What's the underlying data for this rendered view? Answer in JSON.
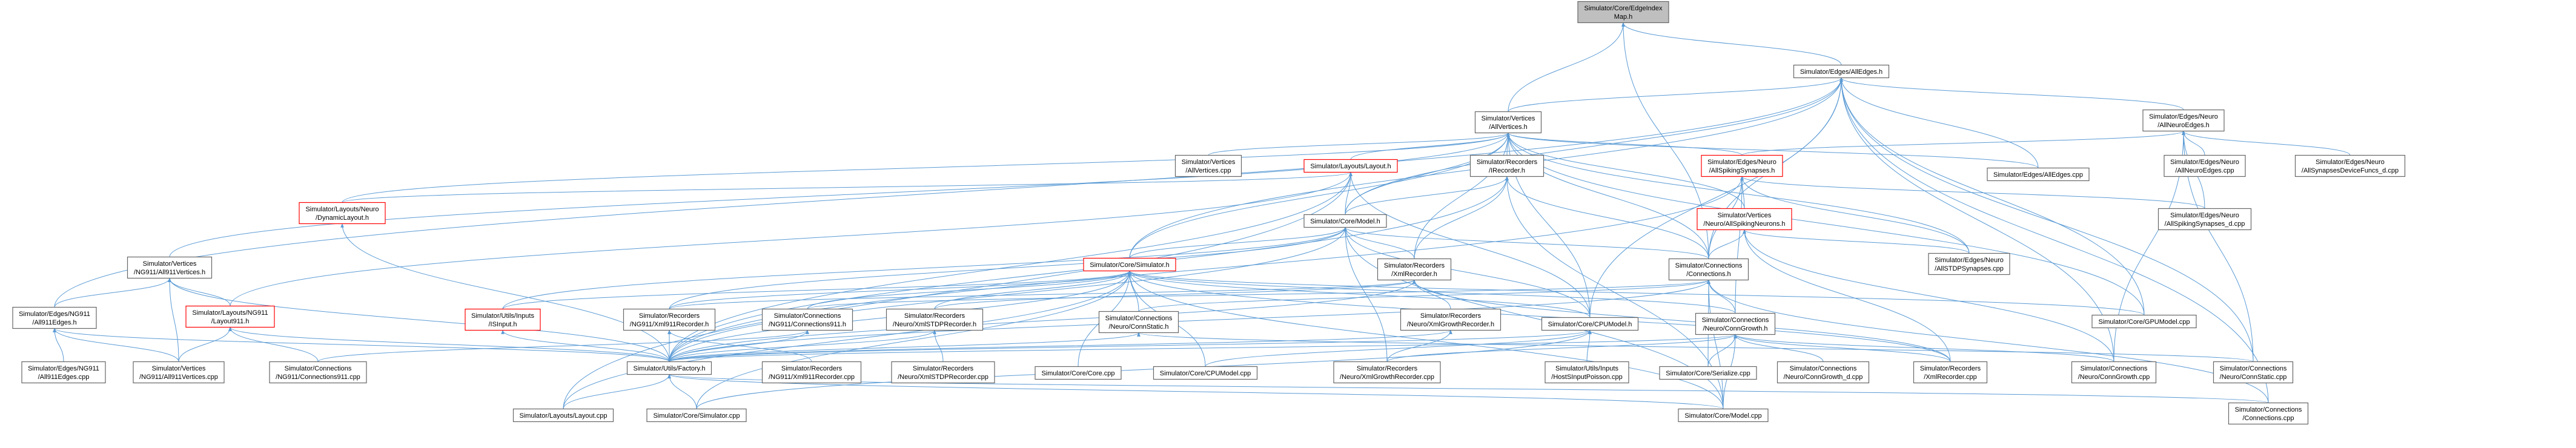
{
  "graph": {
    "colors": {
      "edge": "#5b9bd5",
      "node_fill": "#ffffff",
      "node_border": "#666666",
      "root_fill": "#bfbfbf",
      "red_border": "#ff0000"
    },
    "nodes": [
      {
        "id": "root",
        "lines": [
          "Simulator/Core/EdgeIndex",
          "Map.h"
        ],
        "style": "root"
      },
      {
        "id": "alledges",
        "lines": [
          "Simulator/Edges/AllEdges.h"
        ],
        "style": "normal"
      },
      {
        "id": "allvertices",
        "lines": [
          "Simulator/Vertices",
          "/AllVertices.h"
        ],
        "style": "normal"
      },
      {
        "id": "allneuroedges",
        "lines": [
          "Simulator/Edges/Neuro",
          "/AllNeuroEdges.h"
        ],
        "style": "normal"
      },
      {
        "id": "allverticescpp",
        "lines": [
          "Simulator/Vertices",
          "/AllVertices.cpp"
        ],
        "style": "normal"
      },
      {
        "id": "layout",
        "lines": [
          "Simulator/Layouts/Layout.h"
        ],
        "style": "red"
      },
      {
        "id": "irecorder",
        "lines": [
          "Simulator/Recorders",
          "/IRecorder.h"
        ],
        "style": "normal"
      },
      {
        "id": "allspiking",
        "lines": [
          "Simulator/Edges/Neuro",
          "/AllSpikingSynapses.h"
        ],
        "style": "red"
      },
      {
        "id": "alledgescpp",
        "lines": [
          "Simulator/Edges/AllEdges.cpp"
        ],
        "style": "normal"
      },
      {
        "id": "allneuroedgescpp",
        "lines": [
          "Simulator/Edges/Neuro",
          "/AllNeuroEdges.cpp"
        ],
        "style": "normal"
      },
      {
        "id": "allverticesdevice",
        "lines": [
          "Simulator/Edges/Neuro",
          "/AllSynapsesDeviceFuncs_d.cpp"
        ],
        "style": "normal"
      },
      {
        "id": "dynamiclayout",
        "lines": [
          "Simulator/Layouts/Neuro",
          "/DynamicLayout.h"
        ],
        "style": "red"
      },
      {
        "id": "model",
        "lines": [
          "Simulator/Core/Model.h"
        ],
        "style": "normal"
      },
      {
        "id": "allspikingneurons",
        "lines": [
          "Simulator/Vertices",
          "/Neuro/AllSpikingNeurons.h"
        ],
        "style": "red"
      },
      {
        "id": "allspikingsynd",
        "lines": [
          "Simulator/Edges/Neuro",
          "/AllSpikingSynapses_d.cpp"
        ],
        "style": "normal"
      },
      {
        "id": "all911vertices",
        "lines": [
          "Simulator/Vertices",
          "/NG911/All911Vertices.h"
        ],
        "style": "normal"
      },
      {
        "id": "simulator",
        "lines": [
          "Simulator/Core/Simulator.h"
        ],
        "style": "red"
      },
      {
        "id": "xmlrecorder",
        "lines": [
          "Simulator/Recorders",
          "/XmlRecorder.h"
        ],
        "style": "normal"
      },
      {
        "id": "connections",
        "lines": [
          "Simulator/Connections",
          "/Connections.h"
        ],
        "style": "normal"
      },
      {
        "id": "allstdp",
        "lines": [
          "Simulator/Edges/Neuro",
          "/AllSTDPSynapses.cpp"
        ],
        "style": "normal"
      },
      {
        "id": "all911edges",
        "lines": [
          "Simulator/Edges/NG911",
          "/All911Edges.h"
        ],
        "style": "normal"
      },
      {
        "id": "layout911",
        "lines": [
          "Simulator/Layouts/NG911",
          "/Layout911.h"
        ],
        "style": "red"
      },
      {
        "id": "isinput",
        "lines": [
          "Simulator/Utils/Inputs",
          "/ISInput.h"
        ],
        "style": "red"
      },
      {
        "id": "xml911recorder",
        "lines": [
          "Simulator/Recorders",
          "/NG911/Xml911Recorder.h"
        ],
        "style": "normal"
      },
      {
        "id": "connections911",
        "lines": [
          "Simulator/Connections",
          "/NG911/Connections911.h"
        ],
        "style": "normal"
      },
      {
        "id": "xmlstdprecorder",
        "lines": [
          "Simulator/Recorders",
          "/Neuro/XmlSTDPRecorder.h"
        ],
        "style": "normal"
      },
      {
        "id": "connstatic",
        "lines": [
          "Simulator/Connections",
          "/Neuro/ConnStatic.h"
        ],
        "style": "normal"
      },
      {
        "id": "xmlgrowthrecorder",
        "lines": [
          "Simulator/Recorders",
          "/Neuro/XmlGrowthRecorder.h"
        ],
        "style": "normal"
      },
      {
        "id": "cpumodel",
        "lines": [
          "Simulator/Core/CPUModel.h"
        ],
        "style": "normal"
      },
      {
        "id": "conngrowth",
        "lines": [
          "Simulator/Connections",
          "/Neuro/ConnGrowth.h"
        ],
        "style": "normal"
      },
      {
        "id": "gpumodelcpp",
        "lines": [
          "Simulator/Core/GPUModel.cpp"
        ],
        "style": "normal"
      },
      {
        "id": "all911edgescpp",
        "lines": [
          "Simulator/Edges/NG911",
          "/All911Edges.cpp"
        ],
        "style": "normal"
      },
      {
        "id": "all911verticescpp",
        "lines": [
          "Simulator/Vertices",
          "/NG911/All911Vertices.cpp"
        ],
        "style": "normal"
      },
      {
        "id": "connections911cpp",
        "lines": [
          "Simulator/Connections",
          "/NG911/Connections911.cpp"
        ],
        "style": "normal"
      },
      {
        "id": "factory",
        "lines": [
          "Simulator/Utils/Factory.h"
        ],
        "style": "normal"
      },
      {
        "id": "xml911recordercpp",
        "lines": [
          "Simulator/Recorders",
          "/NG911/Xml911Recorder.cpp"
        ],
        "style": "normal"
      },
      {
        "id": "xmlstdprecordercpp",
        "lines": [
          "Simulator/Recorders",
          "/Neuro/XmlSTDPRecorder.cpp"
        ],
        "style": "normal"
      },
      {
        "id": "corecpp",
        "lines": [
          "Simulator/Core/Core.cpp"
        ],
        "style": "normal"
      },
      {
        "id": "cpumodelcpp",
        "lines": [
          "Simulator/Core/CPUModel.cpp"
        ],
        "style": "normal"
      },
      {
        "id": "xmlgrowthrecordercpp",
        "lines": [
          "Simulator/Recorders",
          "/Neuro/XmlGrowthRecorder.cpp"
        ],
        "style": "normal"
      },
      {
        "id": "hostsinput",
        "lines": [
          "Simulator/Utils/Inputs",
          "/HostSInputPoisson.cpp"
        ],
        "style": "normal"
      },
      {
        "id": "serialize",
        "lines": [
          "Simulator/Core/Serialize.cpp"
        ],
        "style": "normal"
      },
      {
        "id": "conngrowthd",
        "lines": [
          "Simulator/Connections",
          "/Neuro/ConnGrowth_d.cpp"
        ],
        "style": "normal"
      },
      {
        "id": "xmlrecordercpp",
        "lines": [
          "Simulator/Recorders",
          "/XmlRecorder.cpp"
        ],
        "style": "normal"
      },
      {
        "id": "conngrowthcpp",
        "lines": [
          "Simulator/Connections",
          "/Neuro/ConnGrowth.cpp"
        ],
        "style": "normal"
      },
      {
        "id": "connstaticcpp",
        "lines": [
          "Simulator/Connections",
          "/Neuro/ConnStatic.cpp"
        ],
        "style": "normal"
      },
      {
        "id": "layoutcpp",
        "lines": [
          "Simulator/Layouts/Layout.cpp"
        ],
        "style": "normal"
      },
      {
        "id": "simulatorcpp",
        "lines": [
          "Simulator/Core/Simulator.cpp"
        ],
        "style": "normal"
      },
      {
        "id": "modelcpp",
        "lines": [
          "Simulator/Core/Model.cpp"
        ],
        "style": "normal"
      },
      {
        "id": "connectionscpp",
        "lines": [
          "Simulator/Connections",
          "/Connections.cpp"
        ],
        "style": "normal"
      }
    ],
    "edges": [
      [
        "alledges",
        "root"
      ],
      [
        "allvertices",
        "root"
      ],
      [
        "connections",
        "root"
      ],
      [
        "allvertices",
        "alledges"
      ],
      [
        "allneuroedges",
        "alledges"
      ],
      [
        "alledgescpp",
        "alledges"
      ],
      [
        "all911edges",
        "alledges"
      ],
      [
        "simulator",
        "alledges"
      ],
      [
        "connections",
        "alledges"
      ],
      [
        "cpumodel",
        "alledges"
      ],
      [
        "gpumodelcpp",
        "alledges"
      ],
      [
        "conngrowthcpp",
        "alledges"
      ],
      [
        "connstaticcpp",
        "alledges"
      ],
      [
        "connectionscpp",
        "alledges"
      ],
      [
        "model",
        "alledges"
      ],
      [
        "allverticescpp",
        "allvertices"
      ],
      [
        "layout",
        "allvertices"
      ],
      [
        "irecorder",
        "allvertices"
      ],
      [
        "allspiking",
        "allvertices"
      ],
      [
        "alledgescpp",
        "allvertices"
      ],
      [
        "allspikingneurons",
        "allvertices"
      ],
      [
        "allstdp",
        "allvertices"
      ],
      [
        "all911vertices",
        "allvertices"
      ],
      [
        "simulator",
        "allvertices"
      ],
      [
        "connections",
        "allvertices"
      ],
      [
        "cpumodel",
        "allvertices"
      ],
      [
        "gpumodelcpp",
        "allvertices"
      ],
      [
        "model",
        "allvertices"
      ],
      [
        "xmlrecorder",
        "allvertices"
      ],
      [
        "dynamiclayout",
        "allvertices"
      ],
      [
        "allspiking",
        "allneuroedges"
      ],
      [
        "allneuroedgescpp",
        "allneuroedges"
      ],
      [
        "allverticesdevice",
        "allneuroedges"
      ],
      [
        "allspikingsynd",
        "allneuroedges"
      ],
      [
        "conngrowthcpp",
        "allneuroedges"
      ],
      [
        "connstaticcpp",
        "allneuroedges"
      ],
      [
        "dynamiclayout",
        "layout"
      ],
      [
        "model",
        "layout"
      ],
      [
        "layout911",
        "layout"
      ],
      [
        "factory",
        "layout"
      ],
      [
        "layoutcpp",
        "layout"
      ],
      [
        "cpumodel",
        "layout"
      ],
      [
        "model",
        "irecorder"
      ],
      [
        "xmlrecorder",
        "irecorder"
      ],
      [
        "connections",
        "irecorder"
      ],
      [
        "factory",
        "irecorder"
      ],
      [
        "modelcpp",
        "irecorder"
      ],
      [
        "allspikingneurons",
        "allspiking"
      ],
      [
        "allspikingsynd",
        "allspiking"
      ],
      [
        "allstdp",
        "allspiking"
      ],
      [
        "connections",
        "allspiking"
      ],
      [
        "conngrowth",
        "allspiking"
      ],
      [
        "factory",
        "allspiking"
      ],
      [
        "factory",
        "dynamiclayout"
      ],
      [
        "simulator",
        "model"
      ],
      [
        "connections",
        "model"
      ],
      [
        "cpumodel",
        "model"
      ],
      [
        "xmlrecorder",
        "model"
      ],
      [
        "isinput",
        "model"
      ],
      [
        "factory",
        "model"
      ],
      [
        "modelcpp",
        "model"
      ],
      [
        "xmlgrowthrecordercpp",
        "model"
      ],
      [
        "xml911recorder",
        "model"
      ],
      [
        "connections",
        "allspikingneurons"
      ],
      [
        "allstdp",
        "allspikingneurons"
      ],
      [
        "xmlrecordercpp",
        "allspikingneurons"
      ],
      [
        "conngrowthcpp",
        "allspikingneurons"
      ],
      [
        "all911edges",
        "all911vertices"
      ],
      [
        "factory",
        "all911vertices"
      ],
      [
        "all911verticescpp",
        "all911vertices"
      ],
      [
        "layout911",
        "all911vertices"
      ],
      [
        "isinput",
        "simulator"
      ],
      [
        "xml911recorder",
        "simulator"
      ],
      [
        "connections911",
        "simulator"
      ],
      [
        "xmlstdprecorder",
        "simulator"
      ],
      [
        "connstatic",
        "simulator"
      ],
      [
        "cpumodel",
        "simulator"
      ],
      [
        "conngrowth",
        "simulator"
      ],
      [
        "factory",
        "simulator"
      ],
      [
        "layoutcpp",
        "simulator"
      ],
      [
        "simulatorcpp",
        "simulator"
      ],
      [
        "modelcpp",
        "simulator"
      ],
      [
        "gpumodelcpp",
        "simulator"
      ],
      [
        "corecpp",
        "simulator"
      ],
      [
        "cpumodelcpp",
        "simulator"
      ],
      [
        "xmlrecordercpp",
        "simulator"
      ],
      [
        "xml911recorder",
        "xmlrecorder"
      ],
      [
        "xmlstdprecorder",
        "xmlrecorder"
      ],
      [
        "xmlgrowthrecorder",
        "xmlrecorder"
      ],
      [
        "xmlrecordercpp",
        "xmlrecorder"
      ],
      [
        "factory",
        "xmlrecorder"
      ],
      [
        "connections911",
        "connections"
      ],
      [
        "connstatic",
        "connections"
      ],
      [
        "conngrowth",
        "connections"
      ],
      [
        "factory",
        "connections"
      ],
      [
        "connectionscpp",
        "connections"
      ],
      [
        "serialize",
        "connections"
      ],
      [
        "modelcpp",
        "connections"
      ],
      [
        "all911edgescpp",
        "all911edges"
      ],
      [
        "factory",
        "all911edges"
      ],
      [
        "all911verticescpp",
        "all911edges"
      ],
      [
        "factory",
        "layout911"
      ],
      [
        "connections911cpp",
        "layout911"
      ],
      [
        "all911verticescpp",
        "layout911"
      ],
      [
        "factory",
        "isinput"
      ],
      [
        "factory",
        "xml911recorder"
      ],
      [
        "xml911recordercpp",
        "xml911recorder"
      ],
      [
        "factory",
        "connections911"
      ],
      [
        "connections911cpp",
        "connections911"
      ],
      [
        "factory",
        "xmlstdprecorder"
      ],
      [
        "xmlstdprecordercpp",
        "xmlstdprecorder"
      ],
      [
        "factory",
        "connstatic"
      ],
      [
        "connstaticcpp",
        "connstatic"
      ],
      [
        "factory",
        "xmlgrowthrecorder"
      ],
      [
        "xmlgrowthrecordercpp",
        "xmlgrowthrecorder"
      ],
      [
        "cpumodelcpp",
        "cpumodel"
      ],
      [
        "hostsinput",
        "cpumodel"
      ],
      [
        "factory",
        "cpumodel"
      ],
      [
        "simulatorcpp",
        "cpumodel"
      ],
      [
        "factory",
        "conngrowth"
      ],
      [
        "conngrowthd",
        "conngrowth"
      ],
      [
        "xmlrecordercpp",
        "conngrowth"
      ],
      [
        "conngrowthcpp",
        "conngrowth"
      ],
      [
        "serialize",
        "conngrowth"
      ],
      [
        "modelcpp",
        "conngrowth"
      ],
      [
        "xmlgrowthrecordercpp",
        "conngrowth"
      ],
      [
        "layoutcpp",
        "factory"
      ],
      [
        "simulatorcpp",
        "factory"
      ],
      [
        "modelcpp",
        "factory"
      ],
      [
        "connectionscpp",
        "factory"
      ]
    ]
  }
}
